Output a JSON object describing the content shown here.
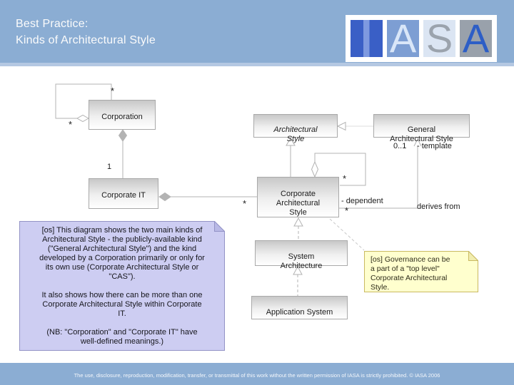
{
  "header": {
    "title": "Best Practice:\nKinds of Architectural Style"
  },
  "logo": {
    "name": "IASA",
    "tiles": [
      {
        "letter": ""
      },
      {
        "letter": "A"
      },
      {
        "letter": "S"
      },
      {
        "letter": "A"
      }
    ]
  },
  "diagram": {
    "classes": {
      "corporation": "Corporation",
      "corporate_it": "Corporate IT",
      "architectural_style": "Architectural\nStyle",
      "general_architectural_style": "General\nArchitectural Style",
      "corporate_architectural_style": "Corporate\nArchitectural\nStyle",
      "system_architecture": "System\nArchitecture",
      "application_system": "Application System"
    },
    "labels": {
      "corporation_self_top": "*",
      "corporation_self_bottom": "*",
      "corporation_it_mult": "1",
      "it_cas_mult": "*",
      "cas_self_mult": "*",
      "dependent_role": "- dependent",
      "dependent_mult": "*",
      "derives_from": "derives from",
      "template_mult": "0..1",
      "template_role": "- template"
    },
    "notes": {
      "main_note": "[os] This diagram shows the two main kinds of\nArchitectural Style - the publicly-available kind\n(\"General Architectural Style\") and the kind\ndeveloped by a Corporation primarily or only for\nits own use (Corporate Architectural Style or\n\"CAS\").\n\nIt also shows how there can be more than one\nCorporate Architectural Style within Corporate\nIT.\n\n(NB: \"Corporation\" and \"Corporate IT\" have\nwell-defined meanings.)",
      "governance_note": "[os] Governance can be\na part of a \"top level\"\nCorporate Architectural\nStyle."
    }
  },
  "footer": {
    "disclaimer": "The use, disclosure, reproduction, modification, transfer, or transmittal of this work without the written permission of IASA is strictly prohibited.  © IASA 2006"
  },
  "colors": {
    "background_blue": "#8badd3",
    "note_purple_fill": "#cdcdf2",
    "note_purple_border": "#9393c6",
    "note_yellow_fill": "#ffffce",
    "note_yellow_border": "#c9b962",
    "connector_gray": "#b3b3b3",
    "logo_dark_blue": "#3a5fc6",
    "logo_mid_blue": "#7d9ed3",
    "logo_pale_blue": "#dbe5f3",
    "logo_gray": "#99a1ab"
  }
}
